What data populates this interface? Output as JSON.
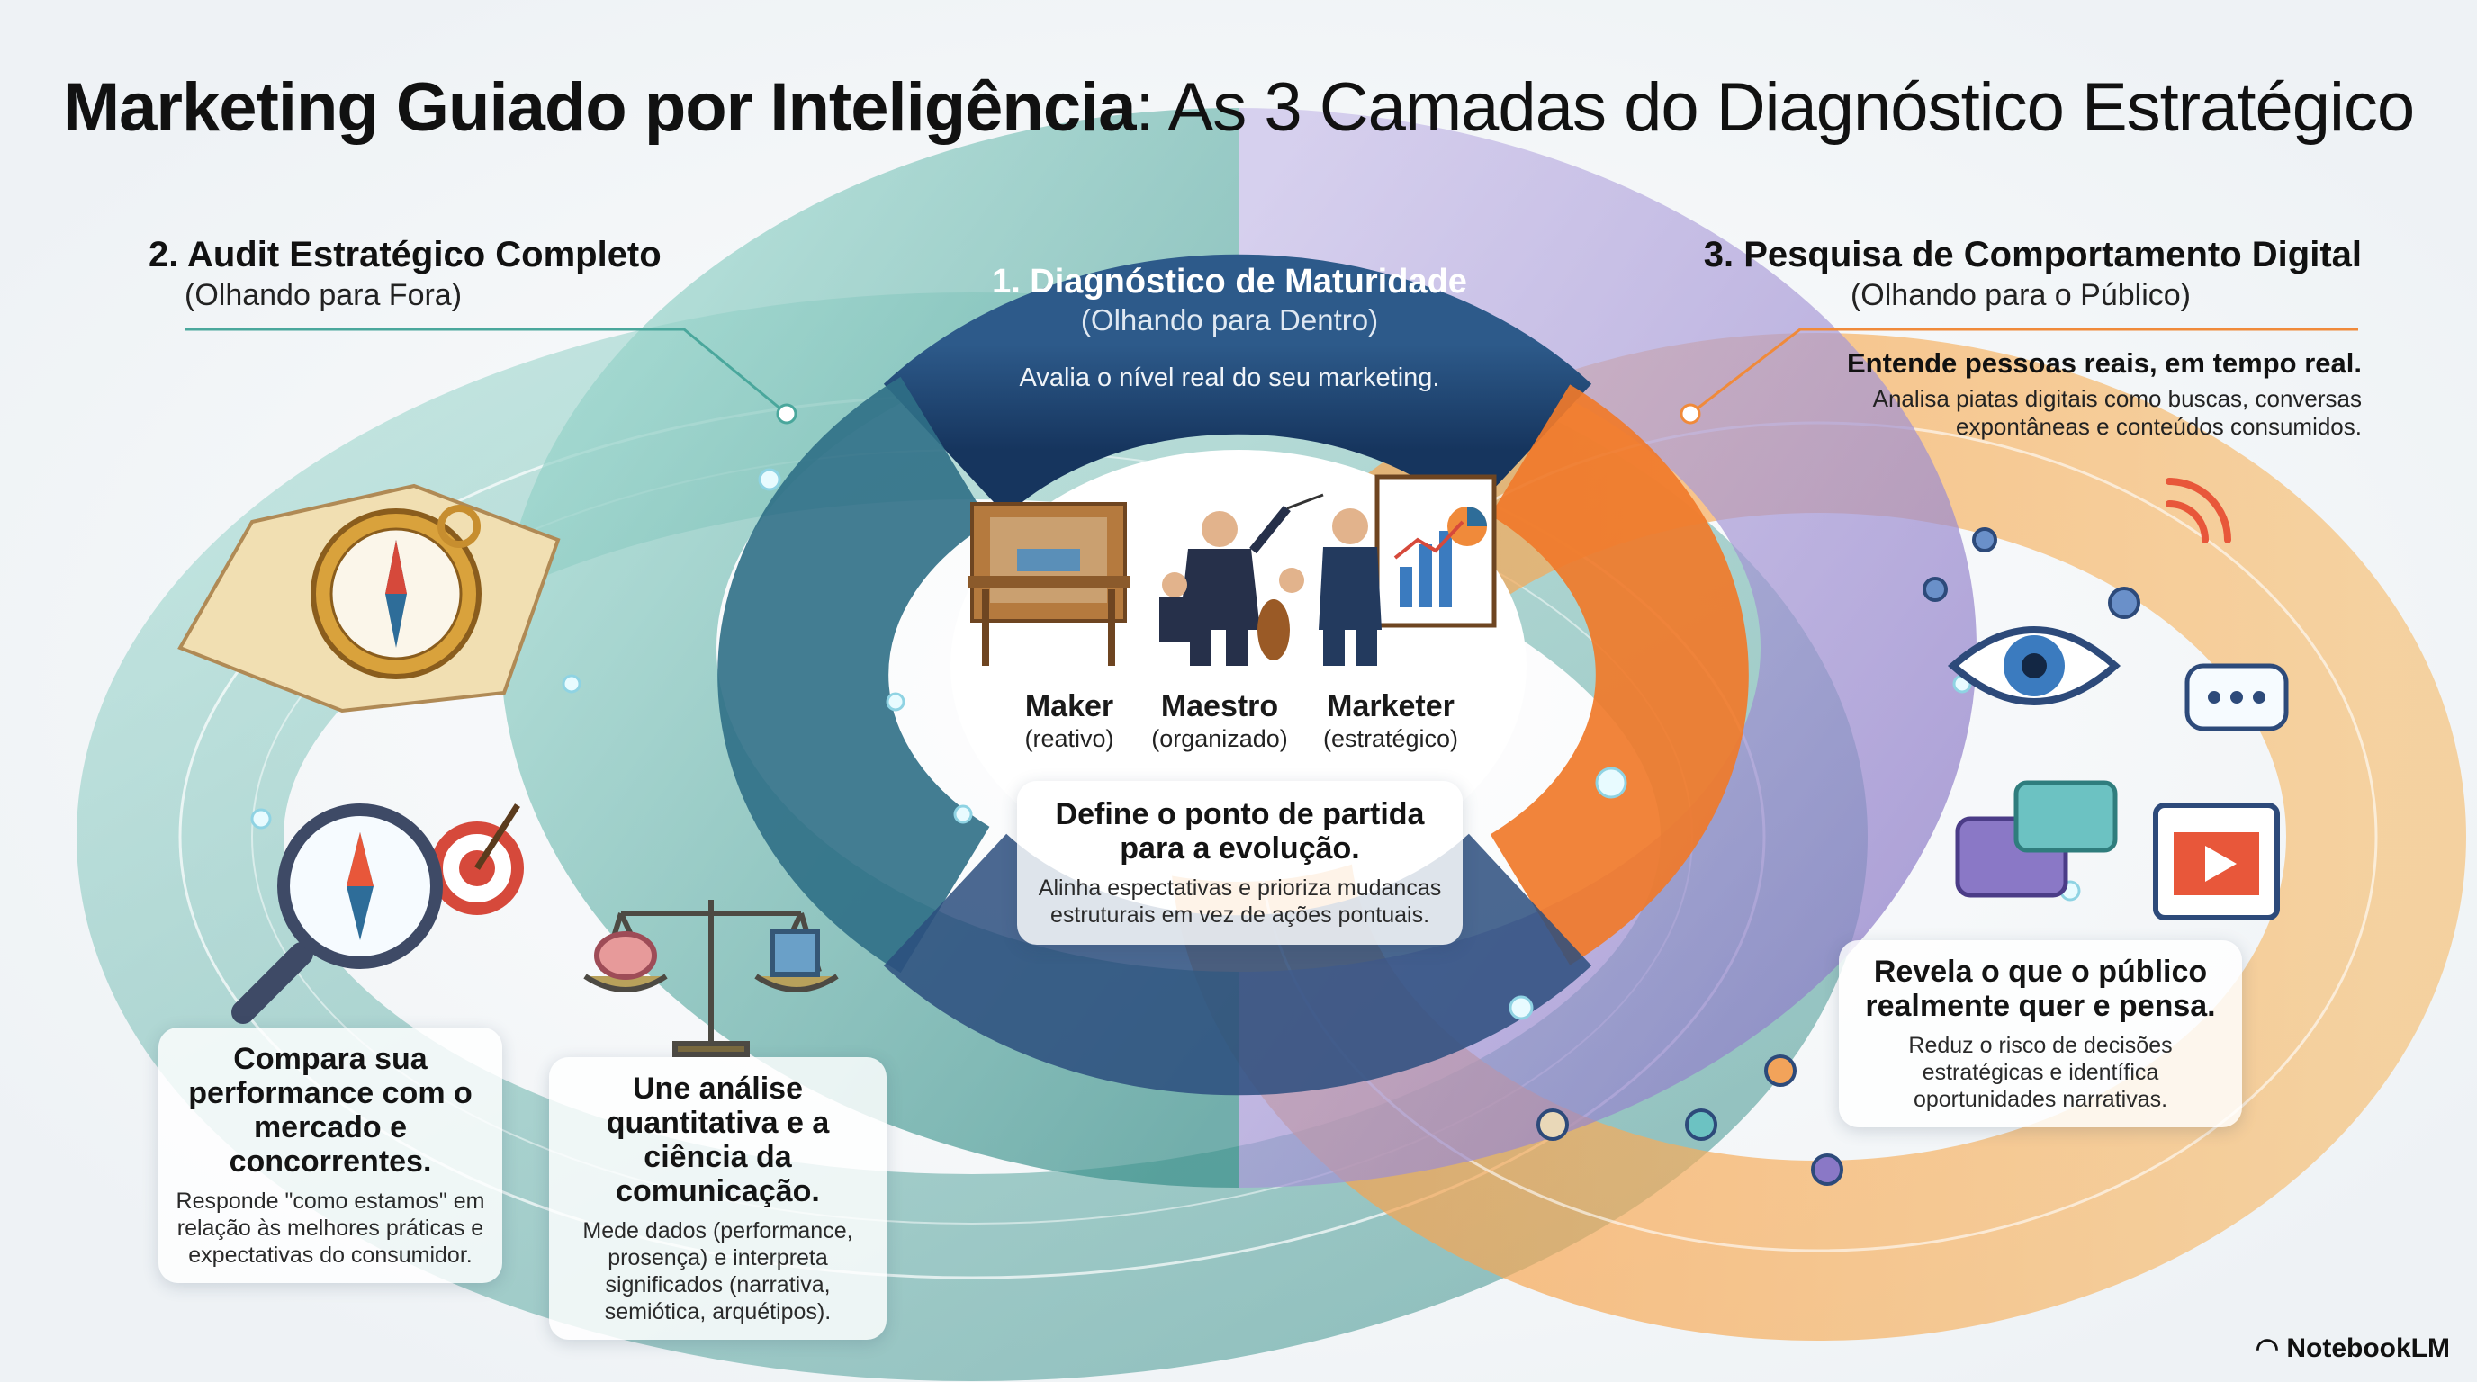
{
  "title": {
    "bold": "Marketing Guiado por Inteligência",
    "rest": ": As 3 Camadas do Diagnóstico Estratégico"
  },
  "layer1": {
    "title": "1. Diagnóstico de Maturidade",
    "subtitle": "(Olhando para Dentro)",
    "tagline": "Avalia o nível real do seu marketing.",
    "levels": [
      {
        "name": "Maker",
        "desc": "(reativo)"
      },
      {
        "name": "Maestro",
        "desc": "(organizado)"
      },
      {
        "name": "Marketer",
        "desc": "(estratégico)"
      }
    ],
    "card": {
      "title": "Define o ponto de partida para a evolução.",
      "body": "Alinha espectativas e prioriza mudancas estruturais em vez de ações pontuais."
    }
  },
  "layer2": {
    "title": "2. Audit Estratégico Completo",
    "subtitle": "(Olhando para Fora)",
    "card_a": {
      "title": "Compara sua performance com o mercado e concorrentes.",
      "body": "Responde \"como estamos\" em relação às melhores práticas e expectativas do consumidor."
    },
    "card_b": {
      "title": "Une análise quantitativa e a ciência da comunicação.",
      "body": "Mede dados (performance, prosença) e interpreta significados (narrativa, semiótica, arquétipos)."
    }
  },
  "layer3": {
    "title": "3. Pesquisa de Comportamento Digital",
    "subtitle": "(Olhando para o Público)",
    "lead": "Entende pessoas reais, em tempo real.",
    "lead_body": "Analisa piatas digitais como buscas, conversas expontâneas e conteúdos consumidos.",
    "card": {
      "title": "Revela o que o público realmente quer e pensa.",
      "body": "Reduz o risco de decisões estratégicas e identífica oportunidades narrativas."
    }
  },
  "brand": "NotebookLM",
  "colors": {
    "teal": "#4aa79c",
    "navy": "#1f3f6b",
    "purple": "#9a8cd0",
    "orange": "#f08a3a"
  }
}
